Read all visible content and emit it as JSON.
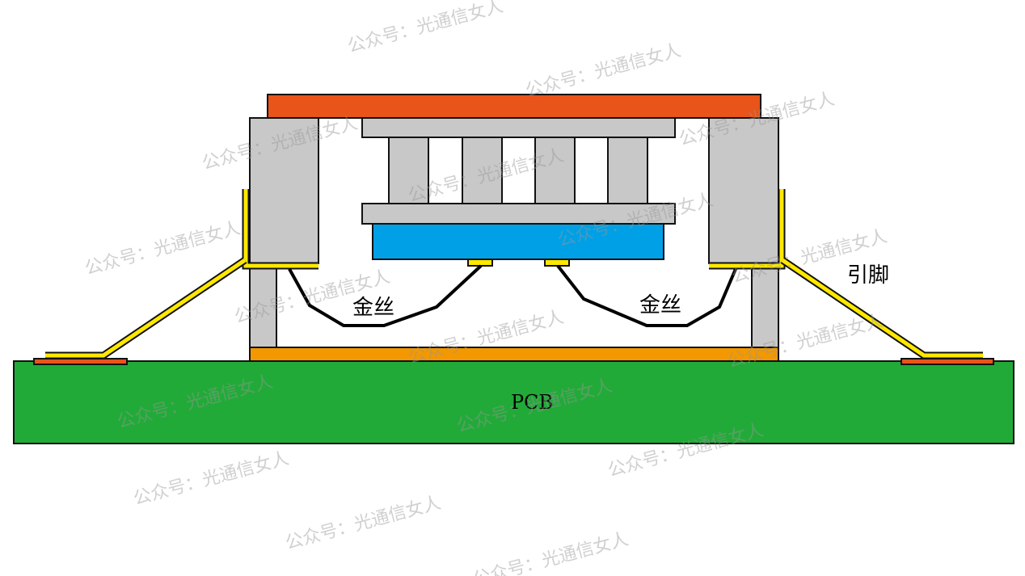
{
  "labels": {
    "gold_wire_left": "金丝",
    "gold_wire_right": "金丝",
    "lead": "引脚",
    "pcb": "PCB"
  },
  "watermark": "公众号：光通信女人",
  "colors": {
    "lid": "#E8541A",
    "ceramic": "#C8C8C8",
    "chip": "#00A0E6",
    "base": "#F39800",
    "pcb": "#22AA38",
    "lead": "#FFE800",
    "pad": "#E8541A",
    "wire": "#000000"
  }
}
